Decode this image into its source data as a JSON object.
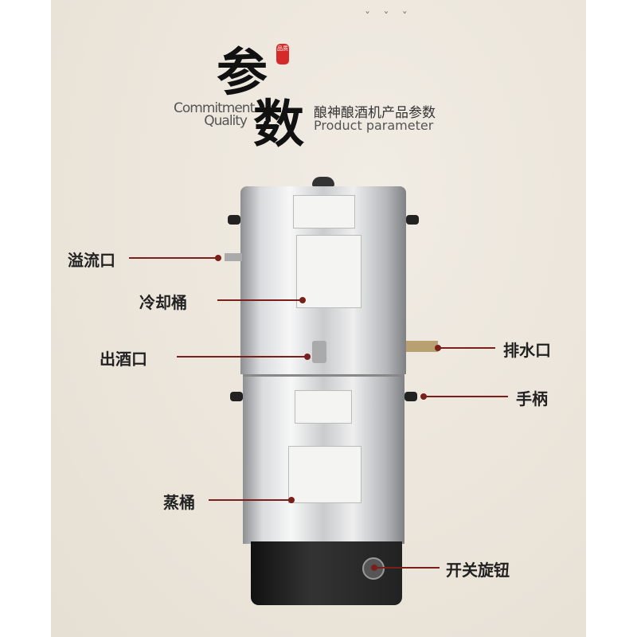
{
  "header": {
    "calligraphy": [
      "参",
      "数"
    ],
    "seal": "品质",
    "left_en": [
      "Commitment",
      "Quality"
    ],
    "title_cn": "酿神酿酒机产品参数",
    "title_en": "Product parameter"
  },
  "labels": {
    "overflow": "溢流口",
    "cooling": "冷却桶",
    "outlet": "出酒口",
    "steamer": "蒸桶",
    "drain": "排水口",
    "handle": "手柄",
    "knob": "开关旋钮"
  },
  "colors": {
    "accent": "#7a1f1a",
    "seal": "#d42a2a",
    "background": "#ece6dc"
  }
}
